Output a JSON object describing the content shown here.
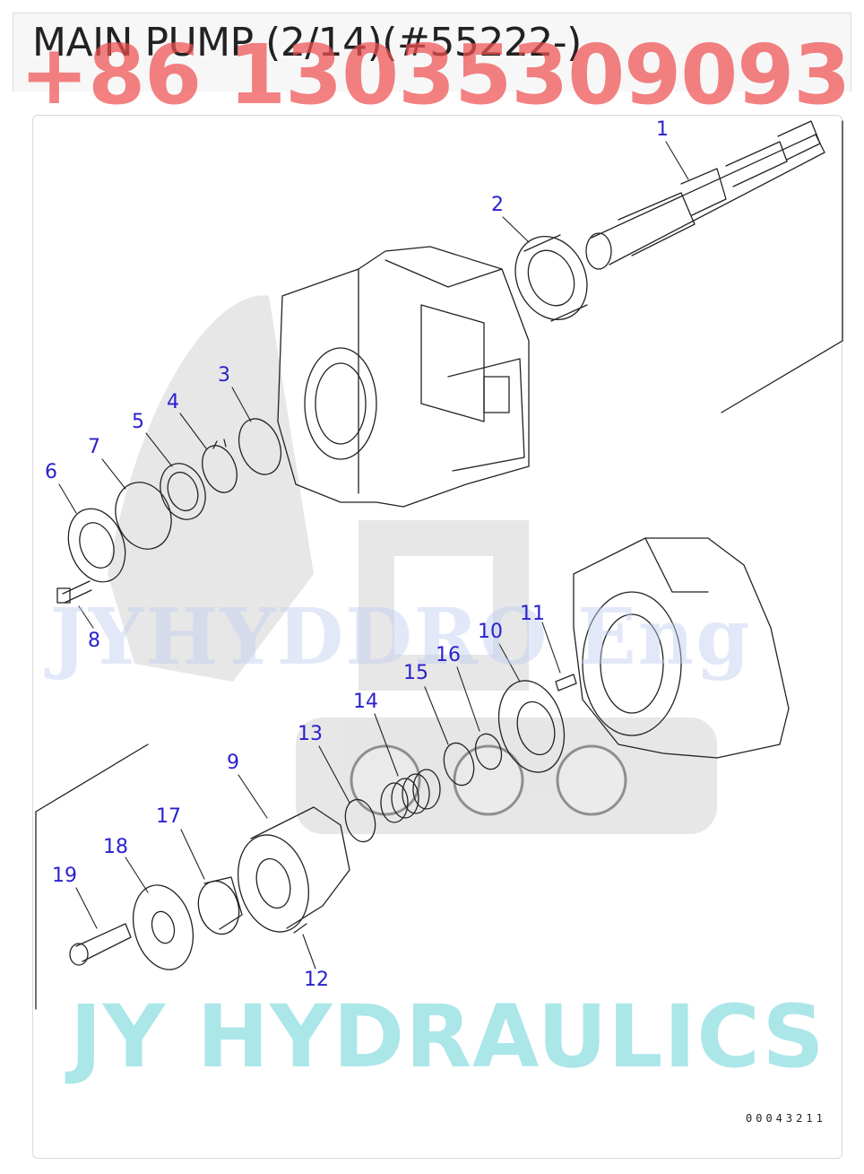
{
  "header": {
    "title": "MAIN PUMP (2/14)(#55222-)"
  },
  "watermarks": {
    "phone": "+86 13035309093",
    "brand": "JY HYDRAULICS",
    "middle": "JYHYDDRO Eng"
  },
  "diagram": {
    "drawing_code": "00043211",
    "callouts": [
      "1",
      "2",
      "3",
      "4",
      "5",
      "6",
      "7",
      "8",
      "9",
      "10",
      "11",
      "12",
      "13",
      "14",
      "15",
      "16",
      "17",
      "18",
      "19"
    ]
  },
  "colors": {
    "callout": "#2a22cc",
    "line": "#222222",
    "phone_watermark": "#ee5050",
    "brand_watermark": "#78d7dc"
  }
}
